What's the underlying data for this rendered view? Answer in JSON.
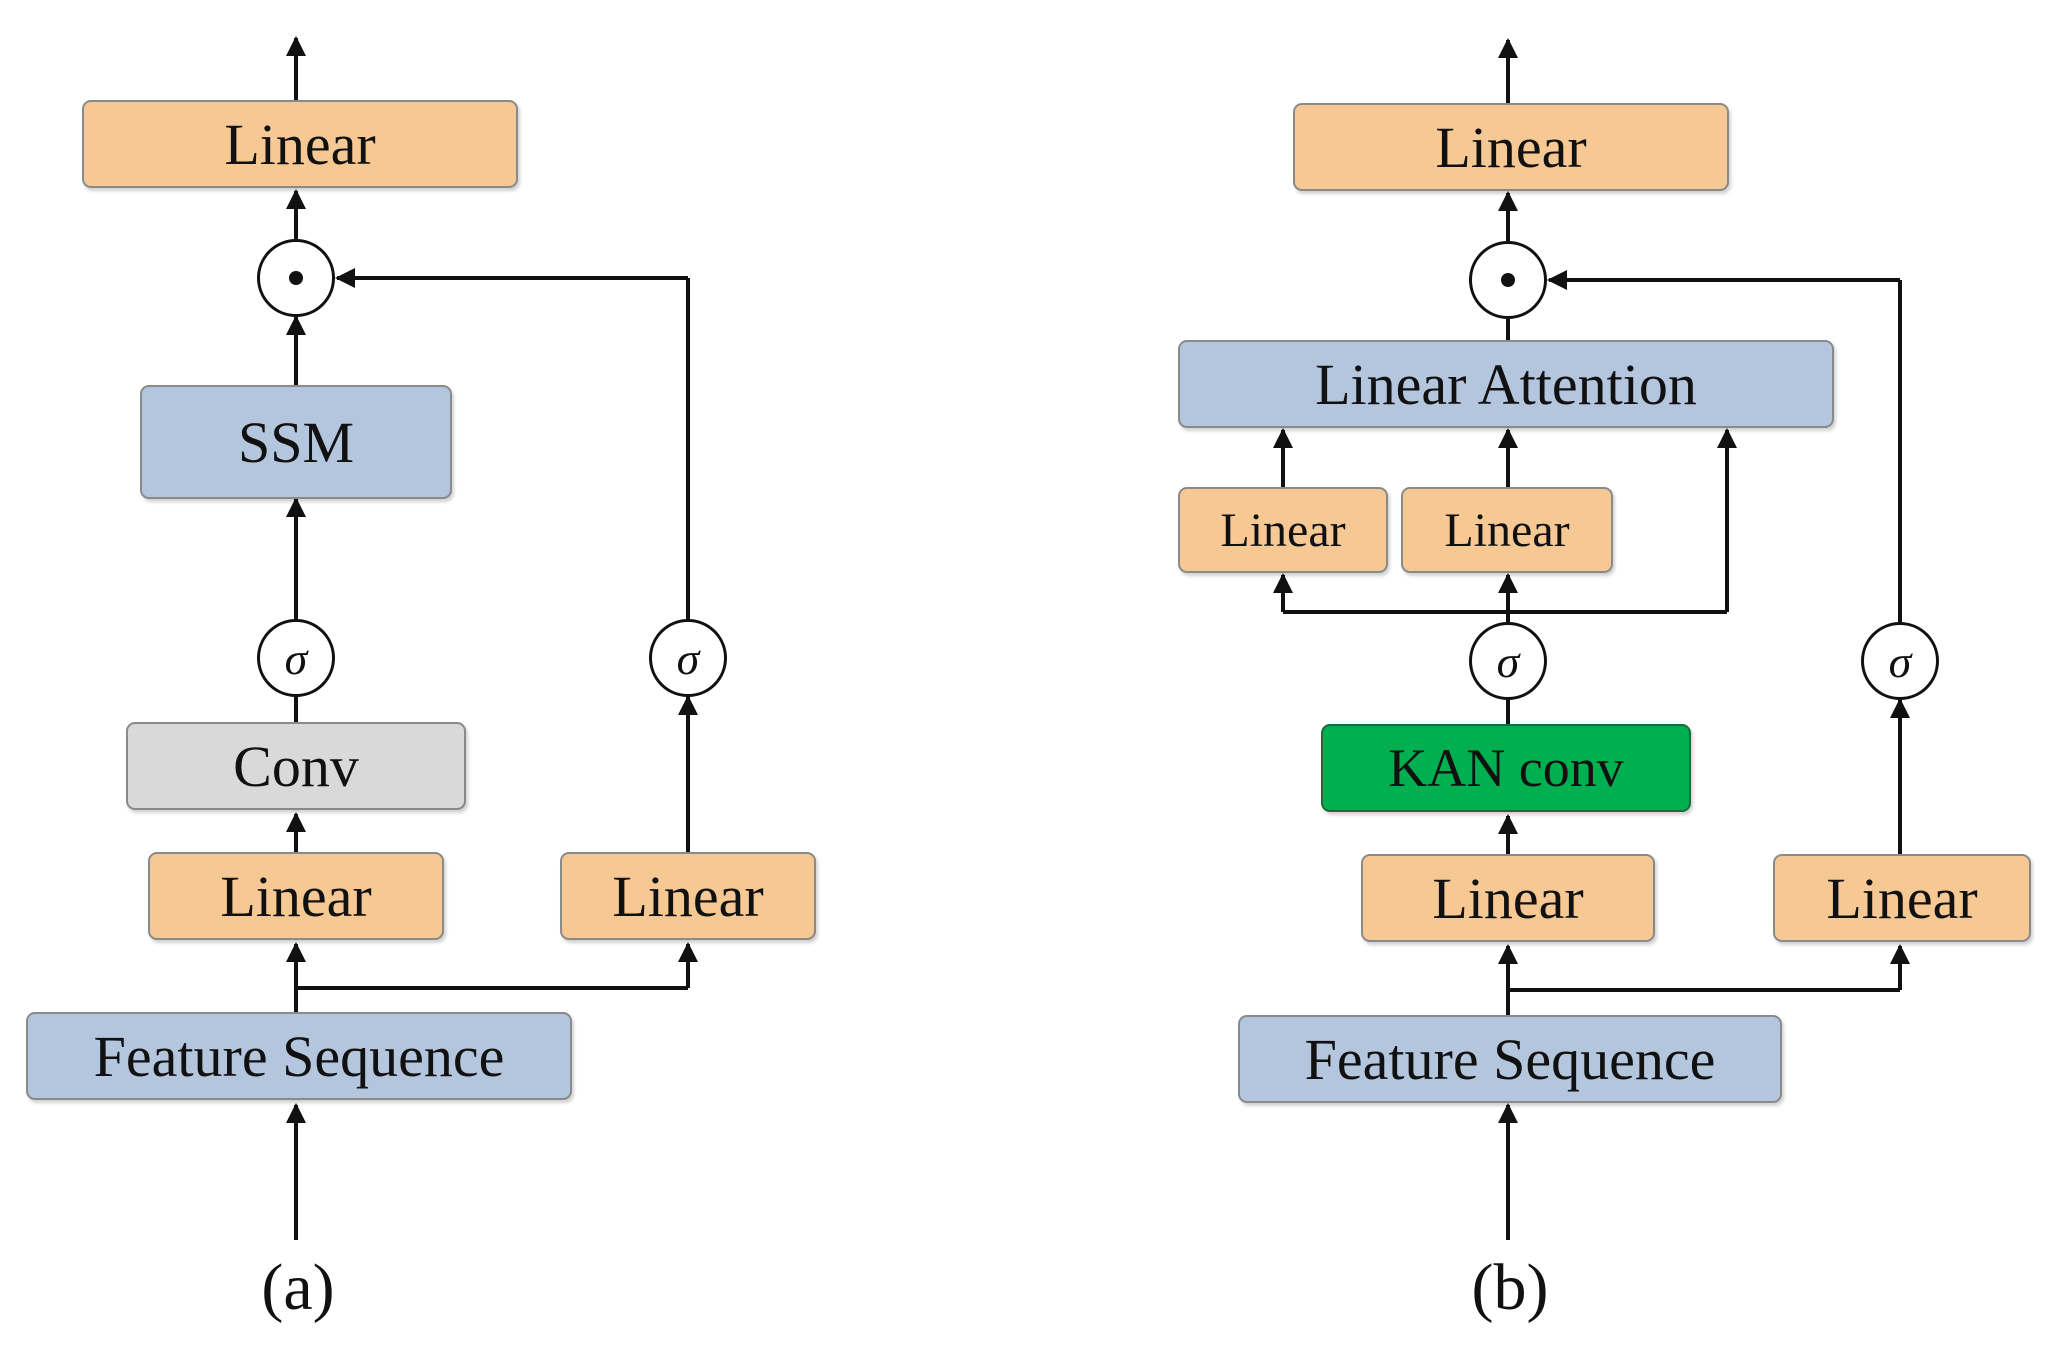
{
  "panel_a": {
    "caption": "(a)",
    "top_linear": "Linear",
    "ssm": "SSM",
    "conv": "Conv",
    "left_linear": "Linear",
    "right_linear": "Linear",
    "feature_sequence": "Feature Sequence",
    "sigma": "σ",
    "colors": {
      "linear": "#f6c994",
      "ssm": "#b4c6dd",
      "conv": "#d9d9d9",
      "feature": "#b4c6dd"
    }
  },
  "panel_b": {
    "caption": "(b)",
    "top_linear": "Linear",
    "linear_attention": "Linear Attention",
    "attn_linear_1": "Linear",
    "attn_linear_2": "Linear",
    "kan_conv": "KAN conv",
    "left_linear": "Linear",
    "right_linear": "Linear",
    "feature_sequence": "Feature Sequence",
    "sigma": "σ",
    "colors": {
      "linear": "#f6c994",
      "attention": "#b4c6dd",
      "kan_conv": "#00b050",
      "feature": "#b4c6dd"
    }
  }
}
